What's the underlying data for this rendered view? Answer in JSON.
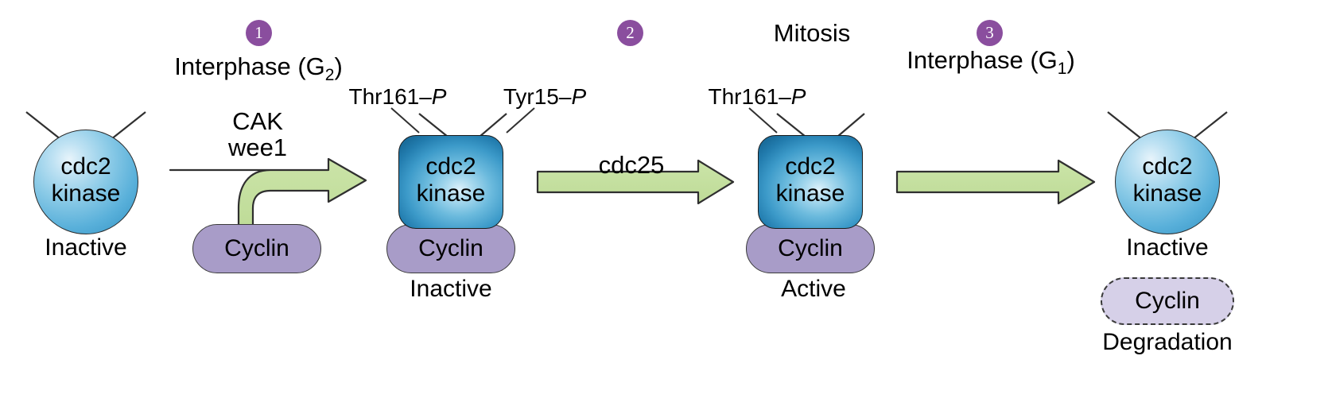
{
  "diagram": {
    "title": "cdc2 kinase / cyclin cell cycle regulation",
    "colors": {
      "badge_purple": "#8a4e9e",
      "arrow_green": "#c5dfa0",
      "cyclin_purple": "#a89cc8",
      "cyclin_degraded_purple": "#d6d0e8",
      "kinase_blue_light": "#bfe2f3",
      "kinase_blue_dark": "#1a6d9c",
      "outline": "#1b1b1b"
    },
    "steps": [
      {
        "badge": "1",
        "phase": "Interphase (G",
        "phase_sub": "2",
        "phase_close": ")"
      },
      {
        "badge": "2",
        "phase": "Mitosis",
        "phase_sub": "",
        "phase_close": ""
      },
      {
        "badge": "3",
        "phase": "Interphase (G",
        "phase_sub": "1",
        "phase_close": ")"
      }
    ],
    "stage_labels": {
      "step1_badge": "1",
      "step1_phase_pre": "Interphase (G",
      "step1_phase_sub": "2",
      "step1_phase_post": ")",
      "step2_badge": "2",
      "step2_phase": "Mitosis",
      "step3_badge": "3",
      "step3_phase_pre": "Interphase (G",
      "step3_phase_sub": "1",
      "step3_phase_post": ")"
    },
    "enzymes": {
      "arrow1_line1": "CAK",
      "arrow1_line2": "wee1",
      "arrow2": "cdc25",
      "arrow3": ""
    },
    "entities": {
      "kinase_line1": "cdc2",
      "kinase_line2": "kinase",
      "cyclin": "Cyclin"
    },
    "phospho_sites": {
      "complex1_left_pre": "Thr161",
      "complex1_left_dash": "–",
      "complex1_left_p": "P",
      "complex1_right_pre": "Tyr15",
      "complex1_right_dash": "–",
      "complex1_right_p": "P",
      "complex2_left_pre": "Thr161",
      "complex2_left_dash": "–",
      "complex2_left_p": "P"
    },
    "state_labels": {
      "node1": "Inactive",
      "node2": "Inactive",
      "node3": "Active",
      "node4": "Inactive",
      "degradation": "Degradation"
    }
  }
}
